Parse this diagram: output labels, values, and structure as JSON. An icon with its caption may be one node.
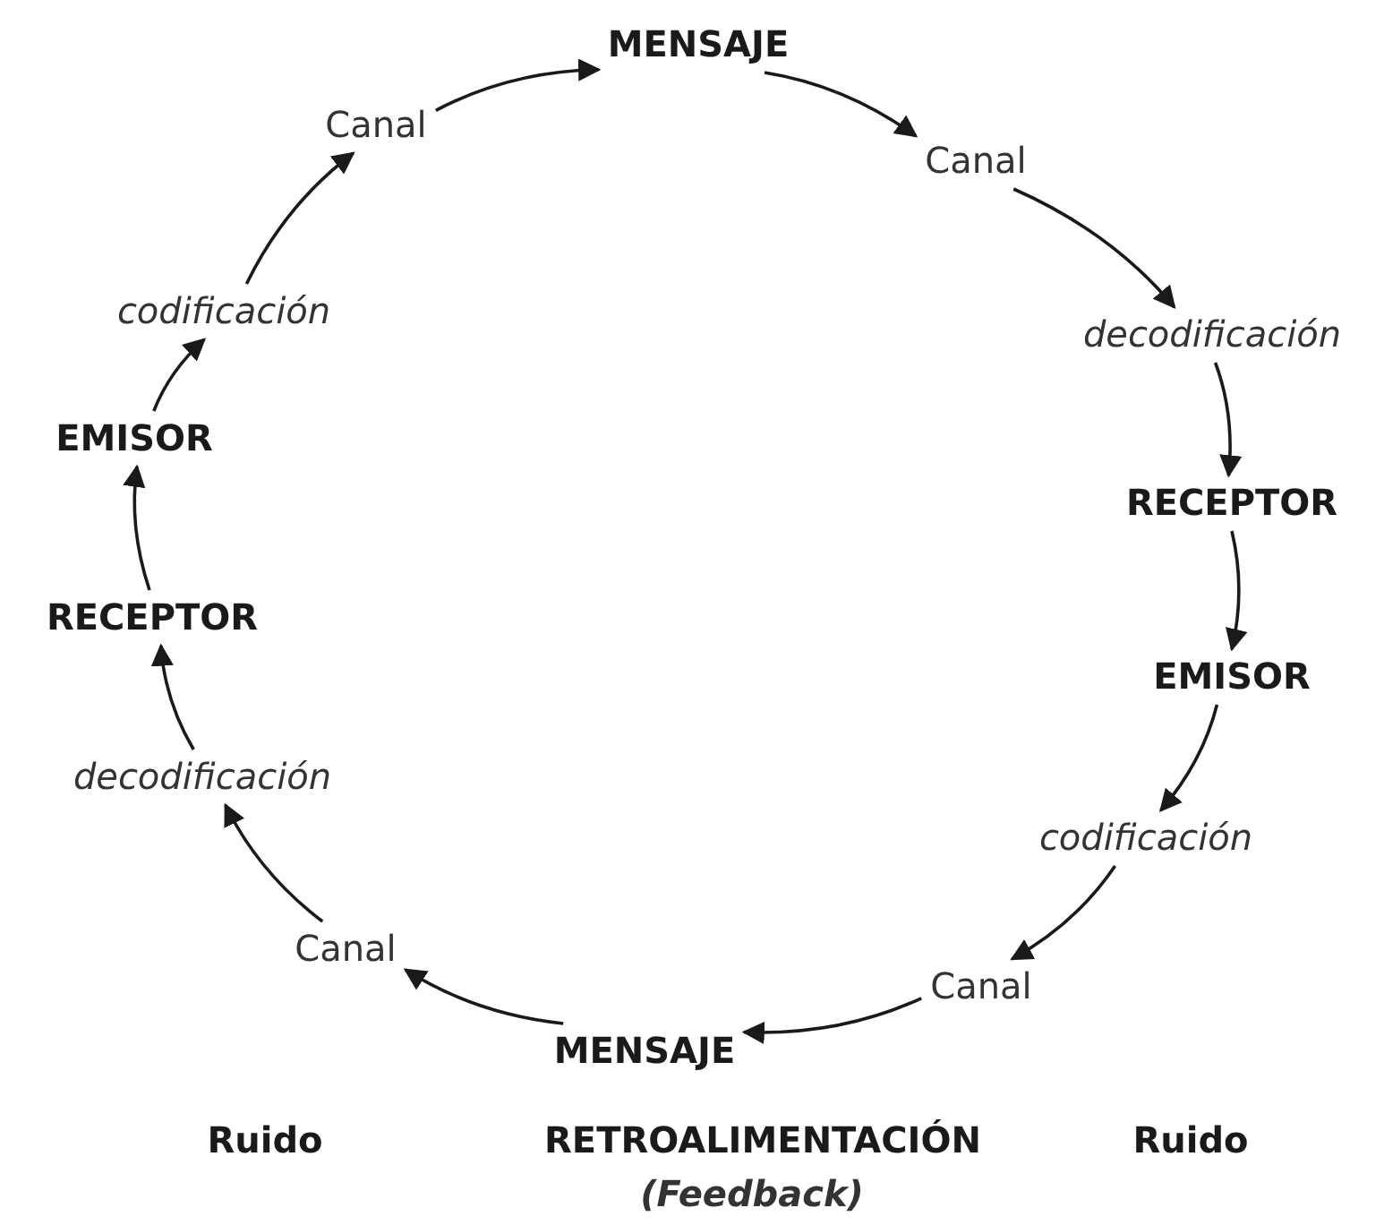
{
  "diagram": {
    "nodes": [
      {
        "text": [
          "MENSAJE"
        ]
      },
      {
        "text": [
          "Canal"
        ]
      },
      {
        "text": [
          "decodificación"
        ]
      },
      {
        "text": [
          "RECEPTOR"
        ]
      },
      {
        "text": [
          "EMISOR"
        ]
      },
      {
        "text": [
          "codificación"
        ]
      },
      {
        "text": [
          "Canal"
        ]
      },
      {
        "text": [
          "MENSAJE"
        ]
      },
      {
        "text": [
          "Canal"
        ]
      },
      {
        "text": [
          "decodificación"
        ]
      },
      {
        "text": [
          "RECEPTOR"
        ]
      },
      {
        "text": [
          "EMISOR"
        ]
      },
      {
        "text": [
          "codificación"
        ]
      },
      {
        "text": [
          "Canal"
        ]
      }
    ],
    "edges": [
      {
        "from": 0,
        "to": 1,
        "arrow": "to"
      },
      {
        "from": 1,
        "to": 2,
        "arrow": "to"
      },
      {
        "from": 2,
        "to": 3,
        "arrow": "to"
      },
      {
        "from": 3,
        "to": 4,
        "arrow": "to"
      },
      {
        "from": 4,
        "to": 5,
        "arrow": "to"
      },
      {
        "from": 5,
        "to": 6,
        "arrow": "to"
      },
      {
        "from": 6,
        "to": 7,
        "arrow": "to"
      },
      {
        "from": 7,
        "to": 8,
        "arrow": "to"
      },
      {
        "from": 8,
        "to": 9,
        "arrow": "to"
      },
      {
        "from": 9,
        "to": 10,
        "arrow": "to"
      },
      {
        "from": 10,
        "to": 11,
        "arrow": "to"
      },
      {
        "from": 11,
        "to": 12,
        "arrow": "to"
      },
      {
        "from": 12,
        "to": 13,
        "arrow": "to"
      },
      {
        "from": 13,
        "to": 0,
        "arrow": "to"
      }
    ],
    "labels": [
      "Ruido",
      "RETROALIMENTACIÓN",
      "Ruido",
      "(Feedback)"
    ]
  }
}
